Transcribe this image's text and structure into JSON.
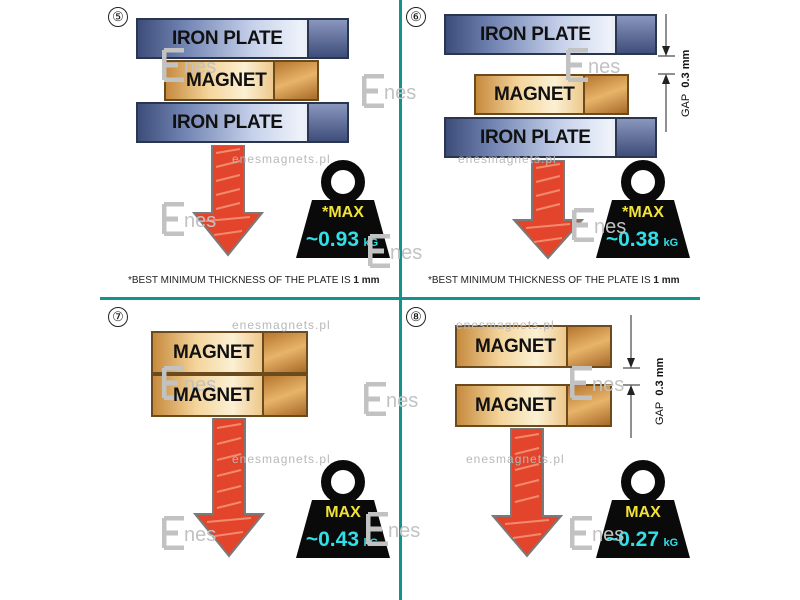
{
  "labels": {
    "iron_plate": "IRON PLATE",
    "magnet": "MAGNET",
    "gap_word": "GAP",
    "gap_value": "0.3 mm",
    "unit": "kG",
    "note_prefix": "*BEST MINIMUM THICKNESS OF THE PLATE IS ",
    "note_value": "1 mm",
    "watermark": "enesmagnets.pl",
    "logo_text": "nes"
  },
  "panels": [
    {
      "number": "⑤",
      "max_label": "*MAX",
      "value": "~0.93"
    },
    {
      "number": "⑥",
      "max_label": "*MAX",
      "value": "~0.38"
    },
    {
      "number": "⑦",
      "max_label": "MAX",
      "value": "~0.43"
    },
    {
      "number": "⑧",
      "max_label": "MAX",
      "value": "~0.27"
    }
  ],
  "colors": {
    "divider": "#12938c",
    "weight_body": "#0a0a0a",
    "max_label_color": "#f1e23a",
    "value_color": "#2fe0e8",
    "arrow_fill": "#e2452b",
    "iron": "#7183b2",
    "magnet": "#e7b66a"
  },
  "icons": {
    "arrow": "down-arrow-icon",
    "weight": "kettlebell-weight-icon",
    "logo": "enes-logo-icon"
  }
}
